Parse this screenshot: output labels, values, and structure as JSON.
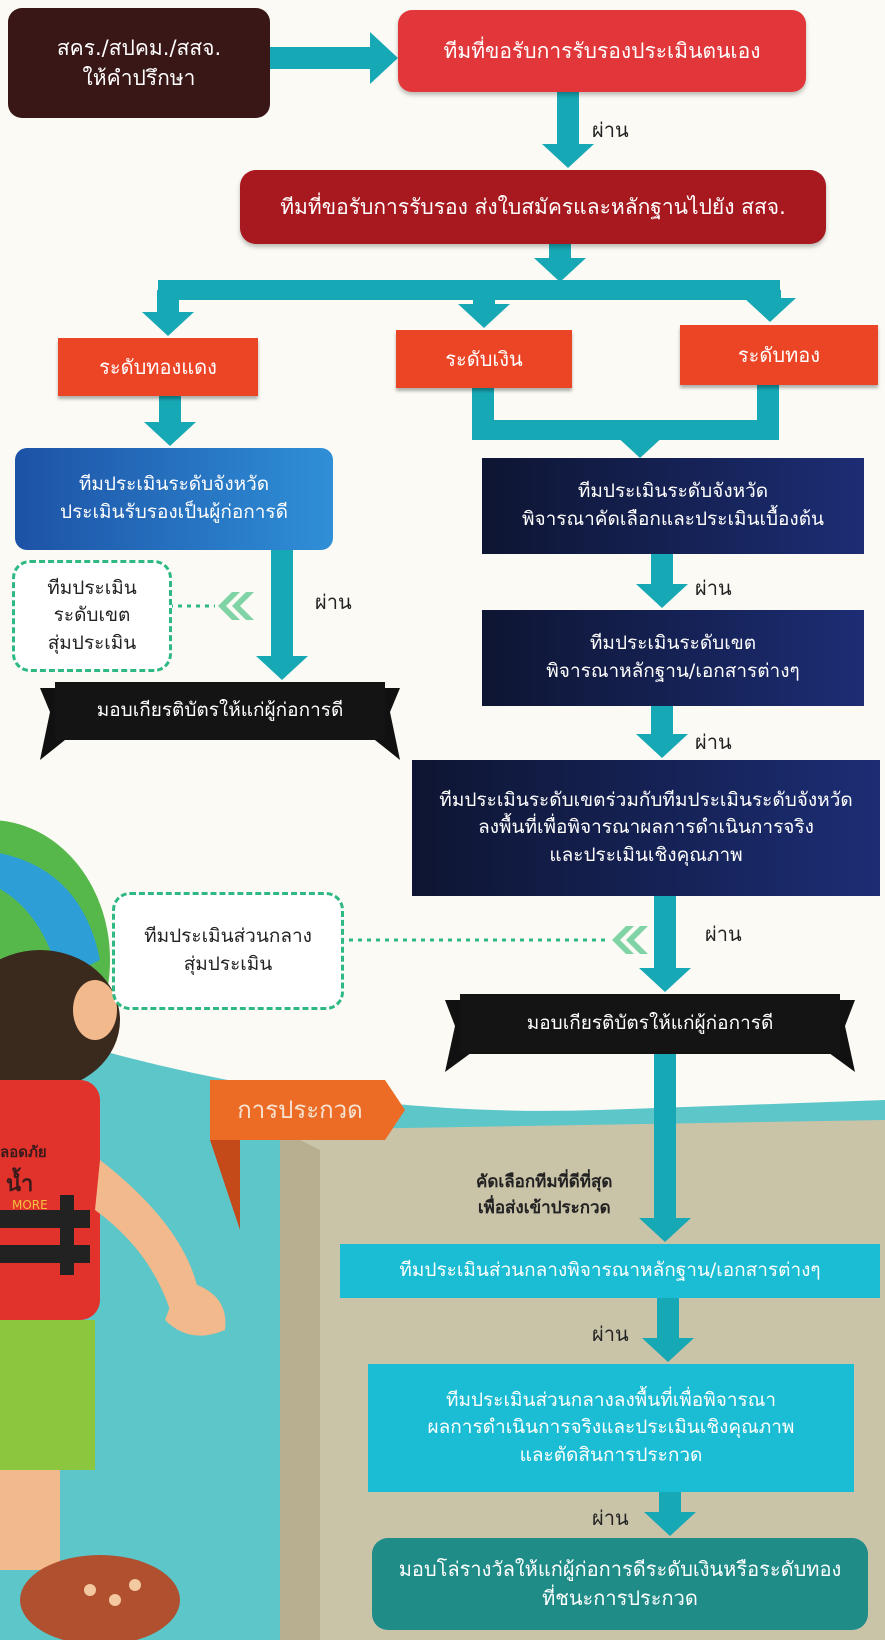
{
  "colors": {
    "arrow": "#17a8b5",
    "dark": "#3a1717",
    "red": "#e2373a",
    "maroon": "#a7191f",
    "orange": "#ec4526",
    "navy": "#16215a",
    "blue": "#2f8fd7",
    "cyan": "#1bbdd4",
    "teal": "#1f8c88",
    "dashed": "#2fb982",
    "ground": "#c9c3a8"
  },
  "advisors": "สคร./สปคม./สสจ.\nให้คำปรึกษา",
  "self_assess": "ทีมที่ขอรับการรับรองประเมินตนเอง",
  "pass": "ผ่าน",
  "submit": "ทีมที่ขอรับการรับรอง ส่งใบสมัครและหลักฐานไปยัง สสจ.",
  "levels": {
    "bronze": "ระดับทองแดง",
    "silver": "ระดับเงิน",
    "gold": "ระดับทอง"
  },
  "left": {
    "prov_team": "ทีมประเมินระดับจังหวัด\nประเมินรับรองเป็นผู้ก่อการดี",
    "zone_random": "ทีมประเมิน\nระดับเขต\nสุ่มประเมิน",
    "certificate": "มอบเกียรติบัตรให้แก่ผู้ก่อการดี"
  },
  "right": {
    "prov_team": "ทีมประเมินระดับจังหวัด\nพิจารณาคัดเลือกและประเมินเบื้องต้น",
    "zone_team": "ทีมประเมินระดับเขต\nพิจารณาหลักฐาน/เอกสารต่างๆ",
    "joint_team": "ทีมประเมินระดับเขตร่วมกับทีมประเมินระดับจังหวัด\nลงพื้นที่เพื่อพิจารณาผลการดำเนินการจริง\nและประเมินเชิงคุณภาพ",
    "central_random": "ทีมประเมินส่วนกลาง\nสุ่มประเมิน",
    "certificate": "มอบเกียรติบัตรให้แก่ผู้ก่อการดี"
  },
  "contest": {
    "label": "การประกวด",
    "select_best": "คัดเลือกทีมที่ดีที่สุด\nเพื่อส่งเข้าประกวด",
    "central_docs": "ทีมประเมินส่วนกลางพิจารณาหลักฐาน/เอกสารต่างๆ",
    "central_field": "ทีมประเมินส่วนกลางลงพื้นที่เพื่อพิจารณา\nผลการดำเนินการจริงและประเมินเชิงคุณภาพ\nและตัดสินการประกวด",
    "award": "มอบโล่รางวัลให้แก่ผู้ก่อการดีระดับเงินหรือระดับทอง\nที่ชนะการประกวด"
  },
  "vest_text": [
    "ลอดภัย",
    "น้ำ",
    "MORE"
  ]
}
